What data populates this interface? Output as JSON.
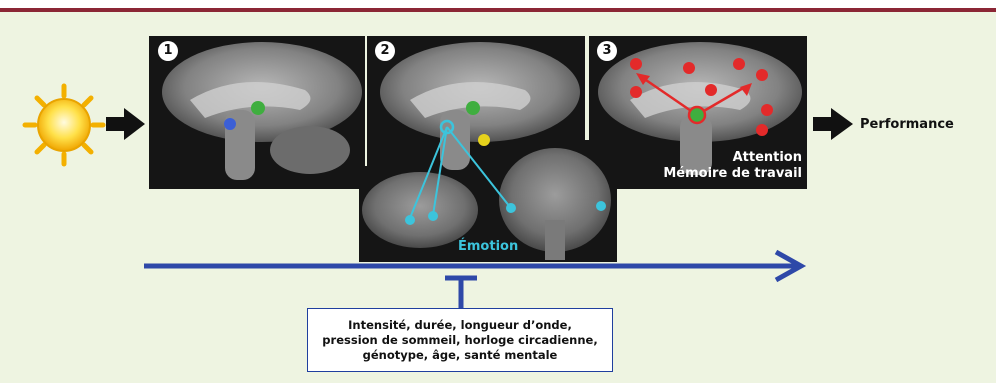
{
  "badges": [
    "1",
    "2",
    "3"
  ],
  "labels": {
    "performance": "Performance",
    "attention": "Attention",
    "working_memory": "Mémoire de travail",
    "emotion": "Émotion"
  },
  "factors": {
    "line1": "Intensité, durée, longueur d’onde,",
    "line2": "pression de sommeil, horloge circadienne,",
    "line3": "génotype, âge, santé mentale"
  },
  "icons": {
    "light_source": "sun-icon",
    "input_arrow": "right-arrow-icon",
    "output_arrow": "right-arrow-icon",
    "timeline": "long-right-arrow-icon"
  },
  "colors": {
    "accent_border": "#8b2635",
    "background": "#eef4e1",
    "timeline_blue": "#2e48a8",
    "green_dot": "#3fae3f",
    "blue_dot": "#3b5fd6",
    "yellow_dot": "#e6d21c",
    "cyan_dot": "#3cc4dc",
    "red_dot": "#e32a2a"
  }
}
